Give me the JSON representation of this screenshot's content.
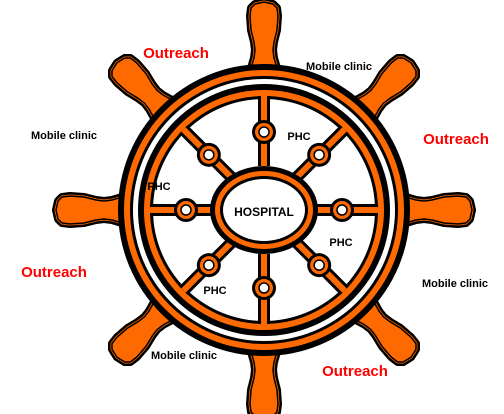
{
  "colors": {
    "outline": "#000000",
    "fill": "#ff6a00",
    "background": "#ffffff",
    "outreach_text": "#ff0000",
    "label_text": "#000000"
  },
  "diagram": {
    "center_label": "HOSPITAL",
    "phc_labels": [
      "PHC",
      "PHC",
      "PHC",
      "PHC"
    ],
    "outreach_labels": [
      "Outreach",
      "Outreach",
      "Outreach",
      "Outreach"
    ],
    "mobile_clinic_labels": [
      "Mobile clinic",
      "Mobile clinic",
      "Mobile clinic",
      "Mobile clinic"
    ]
  }
}
